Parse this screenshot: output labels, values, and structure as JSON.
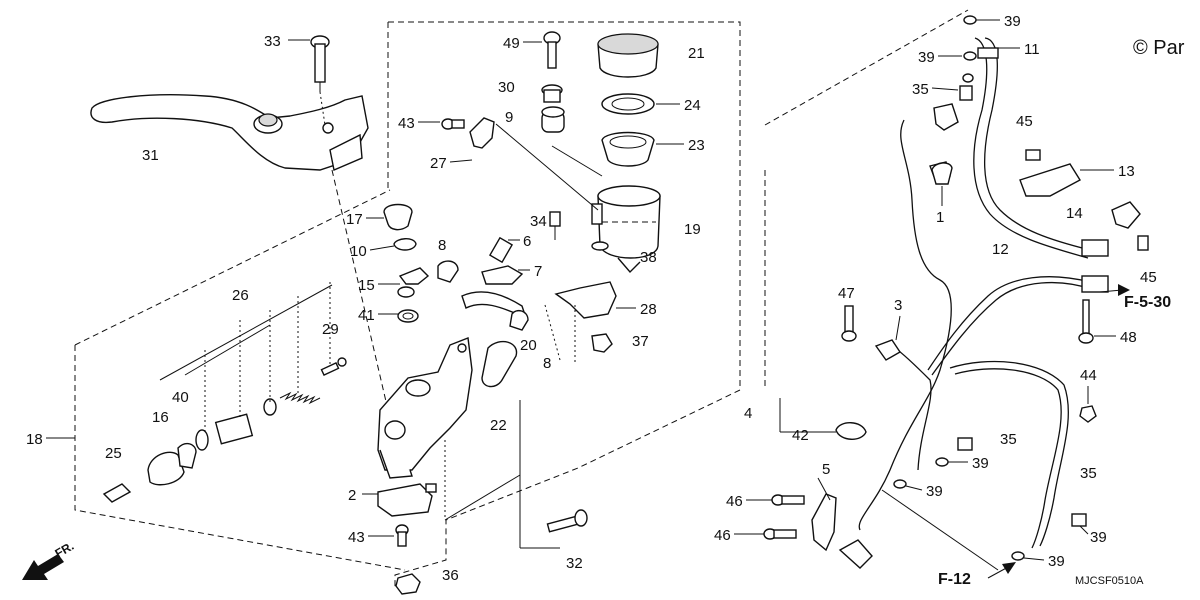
{
  "copyright": "© Par",
  "diagram_code": "MJCSF0510A",
  "front_label": "FR.",
  "refs": {
    "f530": "F-5-30",
    "f12": "F-12"
  },
  "callouts": {
    "c33": "33",
    "c31": "31",
    "c49": "49",
    "c21": "21",
    "c30": "30",
    "c24": "24",
    "c9": "9",
    "c23": "23",
    "c43a": "43",
    "c27": "27",
    "c17": "17",
    "c34": "34",
    "c19": "19",
    "c10": "10",
    "c8a": "8",
    "c6": "6",
    "c7": "7",
    "c38": "38",
    "c15": "15",
    "c28": "28",
    "c41": "41",
    "c20": "20",
    "c8b": "8",
    "c37": "37",
    "c26": "26",
    "c29": "29",
    "c40": "40",
    "c16": "16",
    "c22": "22",
    "c18": "18",
    "c25": "25",
    "c2": "2",
    "c43b": "43",
    "c32": "32",
    "c36": "36",
    "c39a": "39",
    "c11": "11",
    "c39b": "39",
    "c35a": "35",
    "c45a": "45",
    "c13": "13",
    "c1": "1",
    "c14": "14",
    "c12": "12",
    "c45b": "45",
    "c47": "47",
    "c3": "3",
    "c48": "48",
    "c44": "44",
    "c4": "4",
    "c42": "42",
    "c35b": "35",
    "c39c": "39",
    "c5": "5",
    "c39d": "39",
    "c35c": "35",
    "c46a": "46",
    "c46b": "46",
    "c39e": "39",
    "c39f": "39"
  }
}
